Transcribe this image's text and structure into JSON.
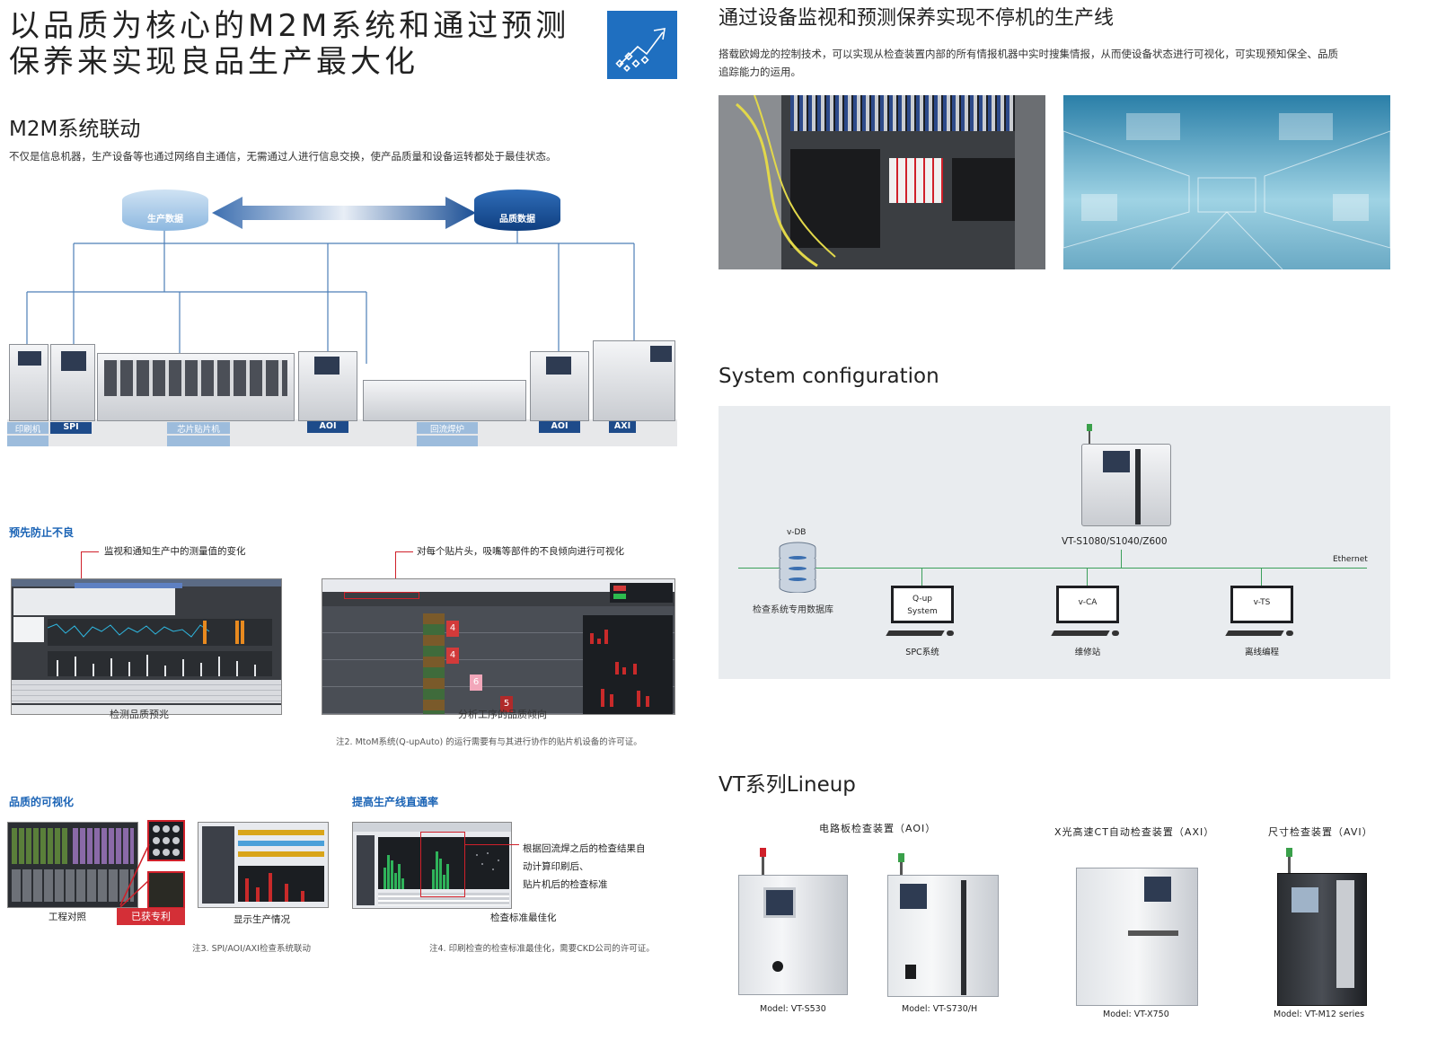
{
  "header": {
    "title_line1": "以品质为核心的M2M系统和通过预测",
    "title_line2": "保养来实现良品生产最大化",
    "icon": "trend-arrow-icon",
    "accent_color": "#1f6fc0"
  },
  "m2m": {
    "heading": "M2M系统联动",
    "description": "不仅是信息机器，生产设备等也通过网络自主通信，无需通过人进行信息交换，使产品质量和设备运转都处于最佳状态。",
    "db_left": "生产数据",
    "db_right": "品质数据",
    "stations": [
      "印刷机",
      "SPI",
      "芯片贴片机",
      "AOI",
      "回流焊炉",
      "AOI",
      "AXI"
    ]
  },
  "prevent": {
    "label": "预先防止不良",
    "callout_left": "监视和通知生产中的测量值的变化",
    "callout_right": "对每个贴片头，吸嘴等部件的不良倾向进行可视化",
    "caption_left": "检测品质预兆",
    "caption_right": "分析工序的品质倾向",
    "grid_numbers": [
      "4",
      "4",
      "6",
      "5"
    ],
    "note": "注2. MtoM系统(Q-upAuto) 的运行需要有与其进行协作的贴片机设备的许可证。"
  },
  "quality": {
    "label": "品质的可视化",
    "caption_left": "工程对照",
    "patent_badge": "已获专利",
    "caption_right": "显示生产情况",
    "note": "注3. SPI/AOI/AXI检查系统联动"
  },
  "yield": {
    "label": "提高生产线直通率",
    "callout": [
      "根据回流焊之后的检查结果自",
      "动计算印刷后、",
      "贴片机后的检查标准"
    ],
    "caption": "检查标准最佳化",
    "note": "注4. 印刷检查的检查标准最佳化，需要CKD公司的许可证。"
  },
  "monitoring": {
    "heading": "通过设备监视和预测保养实现不停机的生产线",
    "description_line1": "搭载欧姆龙的控制技术，可以实现从检查装置内部的所有情报机器中实时搜集情报，从而使设备状态进行可视化，可实现预知保全、品质",
    "description_line2": "追踪能力的运用。"
  },
  "system": {
    "heading": "System configuration",
    "db_label": "v-DB",
    "db_caption": "检查系统专用数据库",
    "machine_label": "VT-S1080/S1040/Z600",
    "network_label": "Ethernet",
    "pcs": [
      {
        "screen_line1": "Q-up",
        "screen_line2": "System",
        "caption": "SPC系统"
      },
      {
        "screen_line1": "v-CA",
        "screen_line2": "",
        "caption": "维修站"
      },
      {
        "screen_line1": "v-TS",
        "screen_line2": "",
        "caption": "离线编程"
      }
    ]
  },
  "lineup": {
    "heading": "VT系列Lineup",
    "groups": [
      "电路板检查装置（AOI）",
      "X光高速CT自动检查装置（AXI）",
      "尺寸检查装置（AVI）"
    ],
    "models": [
      "Model: VT-S530",
      "Model: VT-S730/H",
      "Model: VT-X750",
      "Model: VT-M12 series"
    ]
  }
}
